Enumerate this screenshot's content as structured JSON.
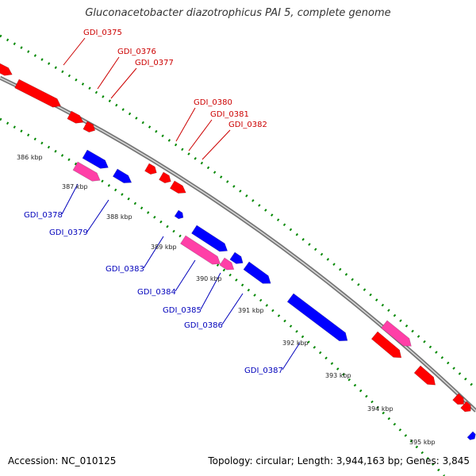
{
  "title": "Gluconacetobacter diazotrophicus PAI 5, complete genome",
  "footer": {
    "accession": "Accession: NC_010125",
    "summary": "Topology: circular; Length: 3,944,163 bp; Genes: 3,845"
  },
  "colors": {
    "forward_cds": "#ff0000",
    "reverse_cds": "#0000ff",
    "rna": "#ff3fa7",
    "backbone": "#888888",
    "tick_dots": "#008800",
    "forward_label": "#cc0000",
    "reverse_label": "#0000bb"
  },
  "ticks": [
    "386 kbp",
    "387 kbp",
    "388 kbp",
    "389 kbp",
    "390 kbp",
    "391 kbp",
    "392 kbp",
    "393 kbp",
    "394 kbp",
    "395 kbp"
  ],
  "forward_labels": [
    "GDI_0375",
    "GDI_0376",
    "GDI_0377",
    "GDI_0380",
    "GDI_0381",
    "GDI_0382"
  ],
  "reverse_labels": [
    "GDI_0378",
    "GDI_0379",
    "GDI_0383",
    "GDI_0384",
    "GDI_0385",
    "GDI_0386",
    "GDI_0387"
  ]
}
